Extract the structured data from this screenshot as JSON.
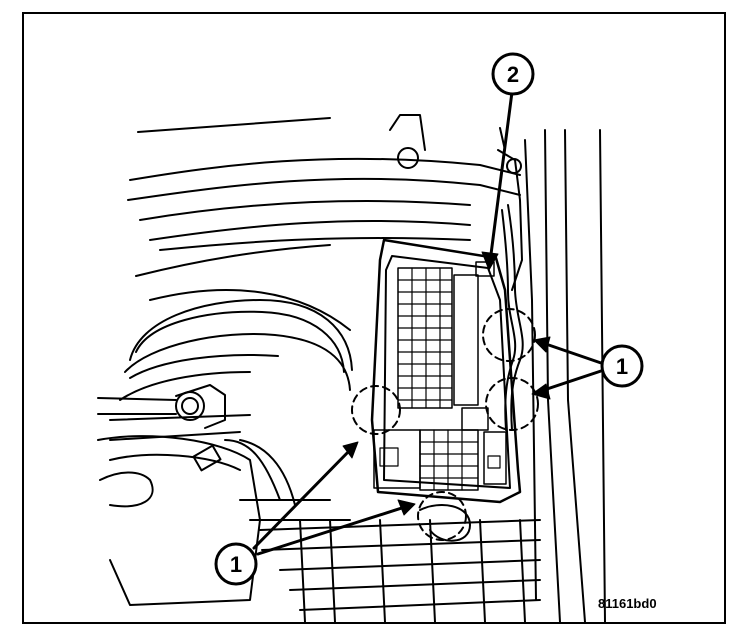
{
  "diagram": {
    "figure_id": "81161bd0",
    "callouts": [
      {
        "id": "callout-1-right",
        "label": "1"
      },
      {
        "id": "callout-1-left",
        "label": "1"
      },
      {
        "id": "callout-2",
        "label": "2"
      }
    ]
  }
}
